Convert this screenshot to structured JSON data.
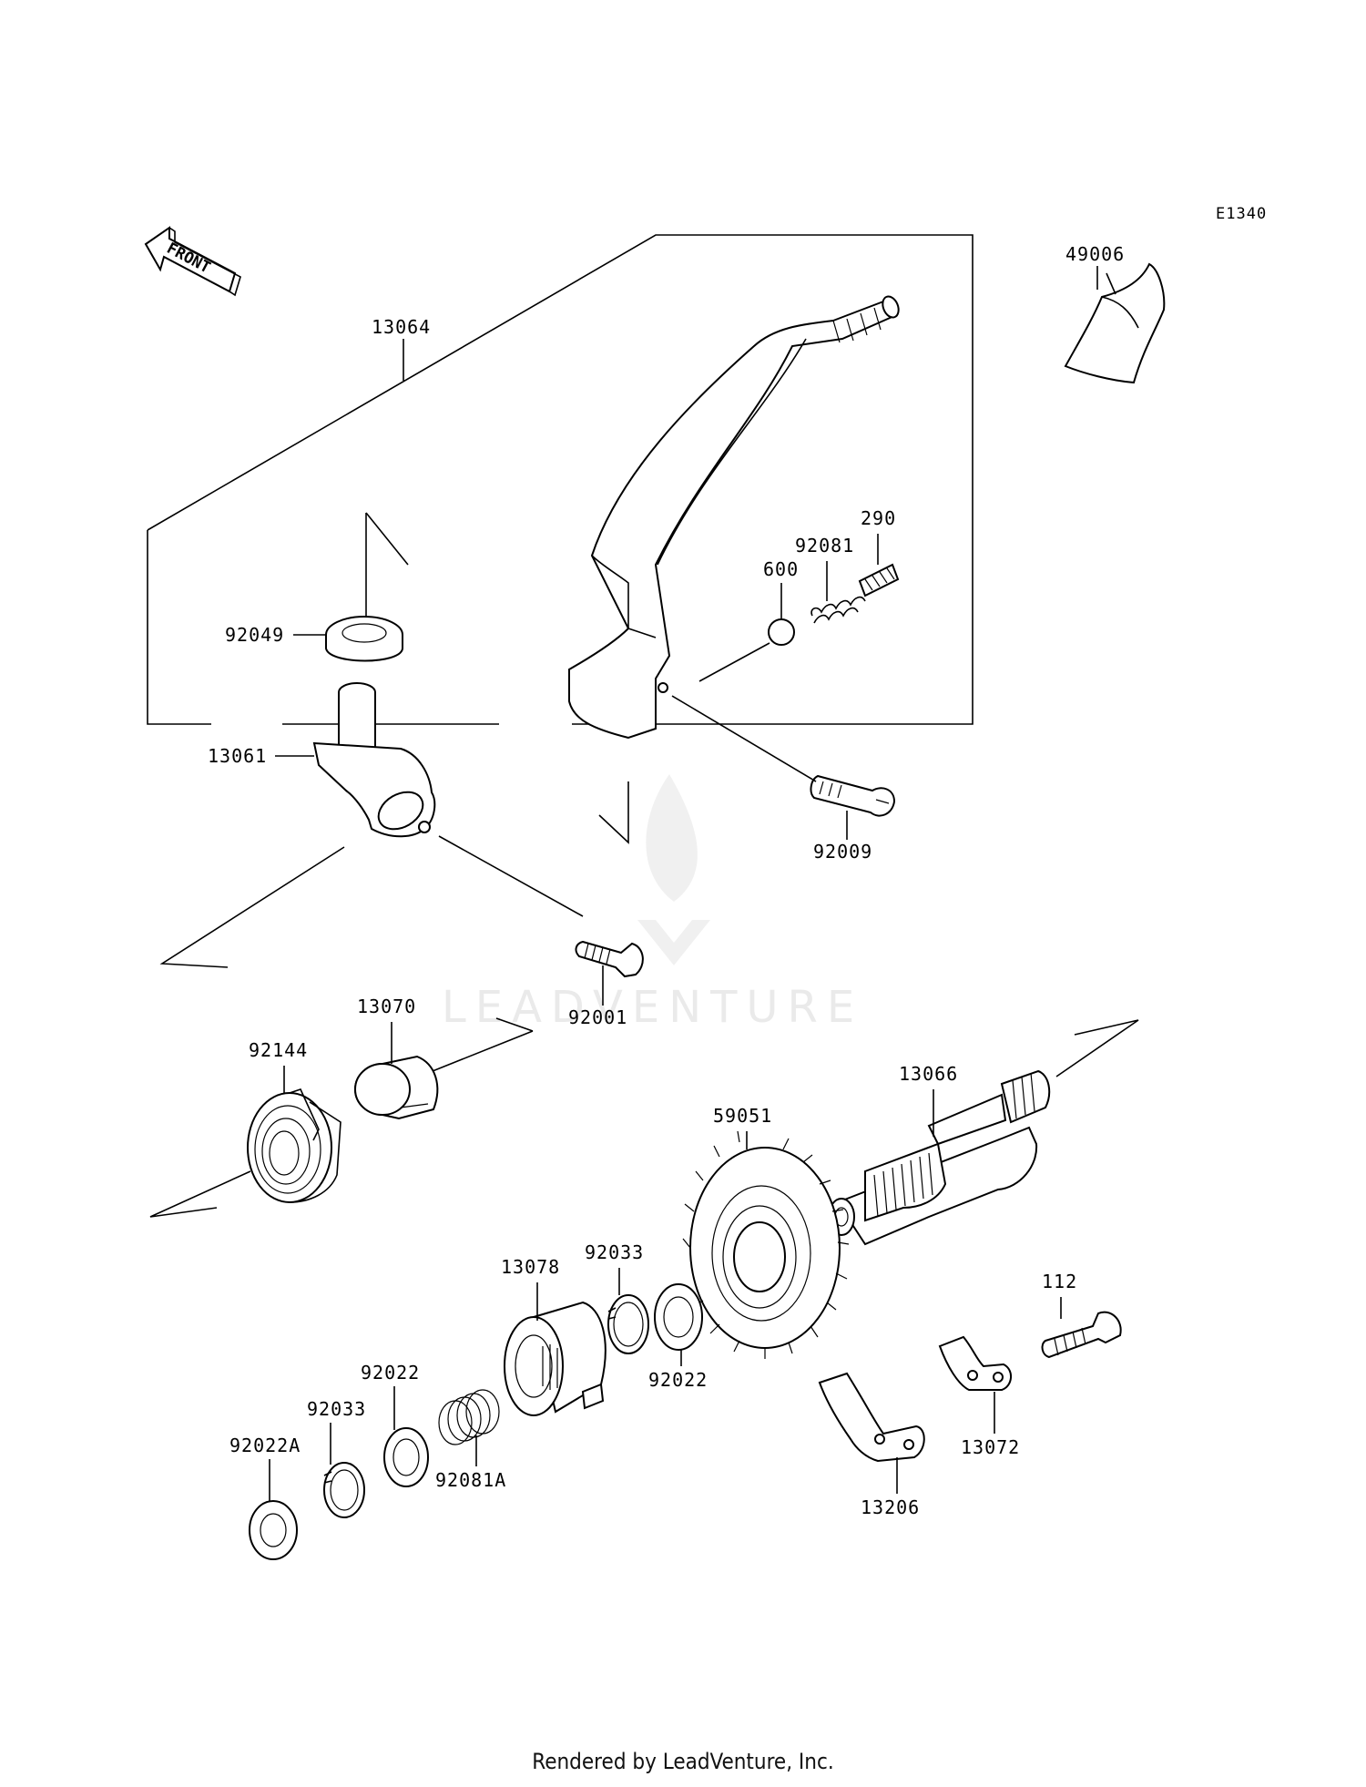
{
  "diagram": {
    "code": "E1340",
    "front_label": "FRONT",
    "watermark": "LEADVENTURE",
    "parts": [
      {
        "id": "p49006",
        "number": "49006"
      },
      {
        "id": "p13064",
        "number": "13064"
      },
      {
        "id": "p290",
        "number": "290"
      },
      {
        "id": "p92081",
        "number": "92081"
      },
      {
        "id": "p600",
        "number": "600"
      },
      {
        "id": "p92049",
        "number": "92049"
      },
      {
        "id": "p13061",
        "number": "13061"
      },
      {
        "id": "p92009",
        "number": "92009"
      },
      {
        "id": "p92001",
        "number": "92001"
      },
      {
        "id": "p13070",
        "number": "13070"
      },
      {
        "id": "p92144",
        "number": "92144"
      },
      {
        "id": "p13066",
        "number": "13066"
      },
      {
        "id": "p59051",
        "number": "59051"
      },
      {
        "id": "p92033a",
        "number": "92033"
      },
      {
        "id": "p13078",
        "number": "13078"
      },
      {
        "id": "p112",
        "number": "112"
      },
      {
        "id": "p92022a",
        "number": "92022"
      },
      {
        "id": "p92022b",
        "number": "92022"
      },
      {
        "id": "p92033b",
        "number": "92033"
      },
      {
        "id": "p92022A",
        "number": "92022A"
      },
      {
        "id": "p92081A",
        "number": "92081A"
      },
      {
        "id": "p13072",
        "number": "13072"
      },
      {
        "id": "p13206",
        "number": "13206"
      }
    ]
  },
  "footer": {
    "text": "Rendered by LeadVenture, Inc."
  }
}
